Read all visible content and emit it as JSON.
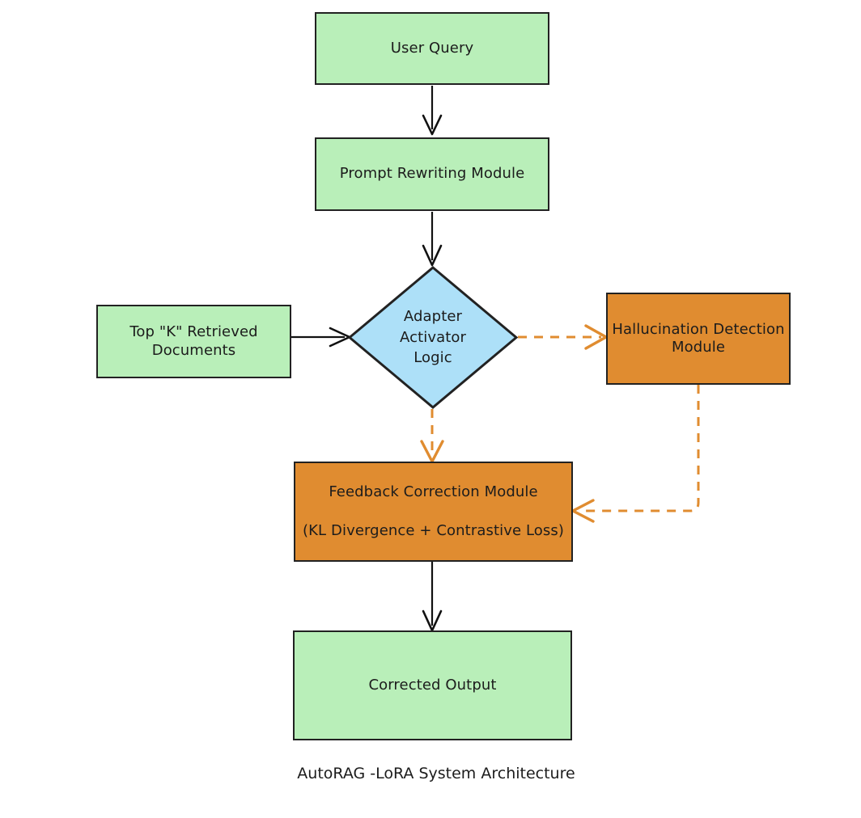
{
  "diagram": {
    "title": "AutoRAG -LoRA System Architecture",
    "type": "flowchart",
    "caption": "AutoRAG -LoRA System Architecture",
    "colors": {
      "green_fill": "#b9efb9",
      "blue_fill": "#ade0f8",
      "orange_fill": "#e08c30",
      "node_stroke": "#222222",
      "text": "#1c1c1c",
      "solid_edge": "#111111",
      "dashed_edge": "#e08c30",
      "background": "#ffffff"
    },
    "nodes": [
      {
        "id": "user-query",
        "label": "User Query",
        "shape": "rect",
        "fill": "green",
        "lines": [
          "User Query"
        ]
      },
      {
        "id": "prompt-rewriting-module",
        "label": "Prompt Rewriting Module",
        "shape": "rect",
        "fill": "green",
        "lines": [
          "Prompt Rewriting Module"
        ]
      },
      {
        "id": "adapter-activator-logic",
        "label": "Adapter Activator Logic",
        "shape": "diamond",
        "fill": "blue",
        "lines": [
          "Adapter",
          "Activator",
          "Logic"
        ]
      },
      {
        "id": "top-k-retrieved-documents",
        "label": "Top \"K\" Retrieved Documents",
        "shape": "rect",
        "fill": "green",
        "lines": [
          "Top \"K\" Retrieved",
          "Documents"
        ]
      },
      {
        "id": "hallucination-detection-module",
        "label": "Hallucination Detection Module",
        "shape": "rect",
        "fill": "orange",
        "lines": [
          "Hallucination Detection",
          "Module"
        ]
      },
      {
        "id": "feedback-correction-module",
        "label": "Feedback Correction Module (KL Divergence + Contrastive Loss)",
        "shape": "rect",
        "fill": "orange",
        "lines": [
          "Feedback Correction Module",
          "(KL Divergence + Contrastive Loss)"
        ]
      },
      {
        "id": "corrected-output",
        "label": "Corrected Output",
        "shape": "rect",
        "fill": "green",
        "lines": [
          "Corrected Output"
        ]
      }
    ],
    "edges": [
      {
        "id": "e1",
        "from": "user-query",
        "to": "prompt-rewriting-module",
        "style": "solid",
        "color": "#111111"
      },
      {
        "id": "e2",
        "from": "prompt-rewriting-module",
        "to": "adapter-activator-logic",
        "style": "solid",
        "color": "#111111"
      },
      {
        "id": "e3",
        "from": "top-k-retrieved-documents",
        "to": "adapter-activator-logic",
        "style": "solid",
        "color": "#111111"
      },
      {
        "id": "e4",
        "from": "adapter-activator-logic",
        "to": "hallucination-detection-module",
        "style": "dashed",
        "color": "#e08c30"
      },
      {
        "id": "e5",
        "from": "adapter-activator-logic",
        "to": "feedback-correction-module",
        "style": "dashed",
        "color": "#e08c30"
      },
      {
        "id": "e6",
        "from": "hallucination-detection-module",
        "to": "feedback-correction-module",
        "style": "dashed",
        "color": "#e08c30"
      },
      {
        "id": "e7",
        "from": "feedback-correction-module",
        "to": "corrected-output",
        "style": "solid",
        "color": "#111111"
      }
    ]
  }
}
